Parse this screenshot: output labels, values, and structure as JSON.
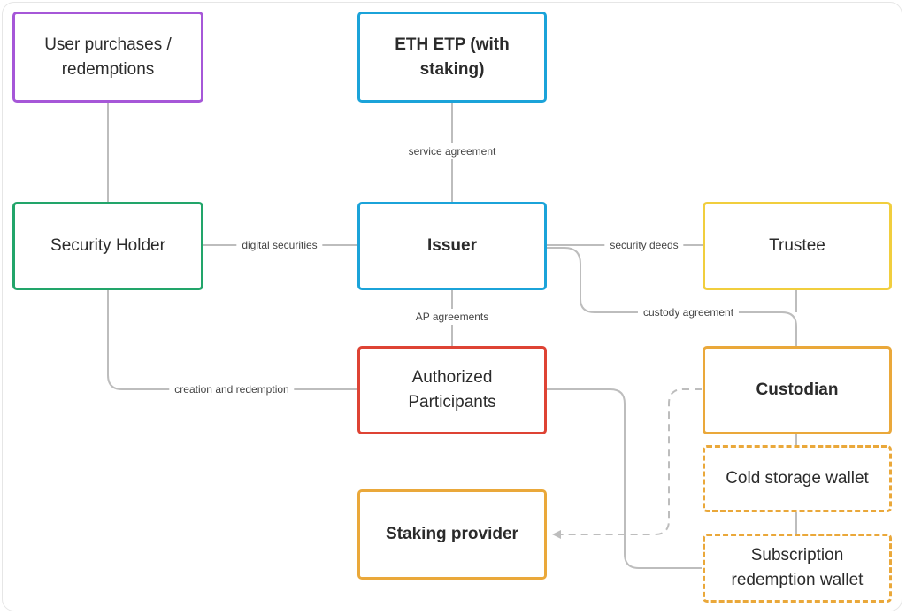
{
  "colors": {
    "purple": "#a657d8",
    "blue": "#1ba3d9",
    "green": "#22a56a",
    "yellow": "#f1ce3e",
    "orange": "#eaa83a",
    "red": "#de4334",
    "line": "#bdbdbd"
  },
  "nodes": {
    "user_purchases": "User purchases / redemptions",
    "eth_etp": "ETH ETP (with staking)",
    "security_holder": "Security Holder",
    "issuer": "Issuer",
    "trustee": "Trustee",
    "authorized_participants": "Authorized Participants",
    "custodian": "Custodian",
    "cold_storage": "Cold storage wallet",
    "staking_provider": "Staking provider",
    "subscription_wallet": "Subscription redemption wallet"
  },
  "edges": {
    "service_agreement": "service agreement",
    "digital_securities": "digital securities",
    "security_deeds": "security deeds",
    "ap_agreements": "AP agreements",
    "custody_agreement": "custody agreement",
    "creation_redemption": "creation and redemption"
  }
}
